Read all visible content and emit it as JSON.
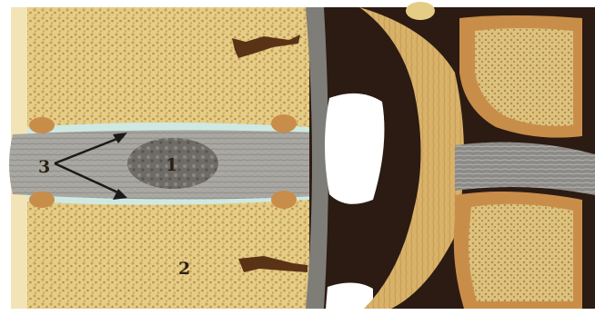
{
  "labels": {
    "disc_nucleus": "1",
    "vertebral_body": "2",
    "endplate_annulus": "3"
  },
  "colors": {
    "bone_fill": "#e6cd86",
    "bone_pores": "#c7a35e",
    "cortex": "#c98d4a",
    "disc_gray": "#a9a7a1",
    "nucleus_gray": "#6f6c68",
    "endplate_cyan": "#cfe9e2",
    "ligament_tan": "#d9b26a",
    "dark_background": "#2b1b12",
    "nerve_gray": "#8c8a86",
    "foramen_white": "#ffffff",
    "arrow_black": "#1a1a1a"
  }
}
